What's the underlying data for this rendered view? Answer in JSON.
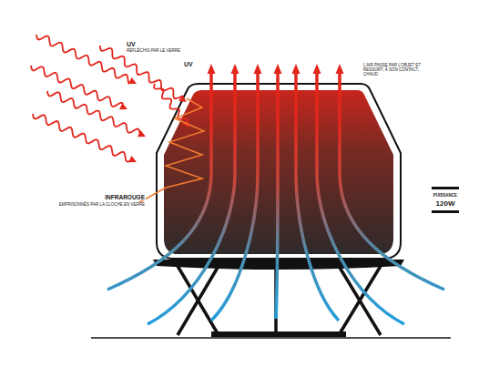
{
  "diagram": {
    "labels": [
      "UV",
      "RÉFLÉCHIS PAR LE VERRE",
      "UV",
      "L'AIR PASSE PAR L'OBJET ET RESSORT, À SON CONTACT, CHAUD",
      "INFRAROUGE",
      "EMPRISONNÉS PAR LA CLOCHE EN VERRE",
      "PUISSANCE",
      "120W"
    ]
  }
}
